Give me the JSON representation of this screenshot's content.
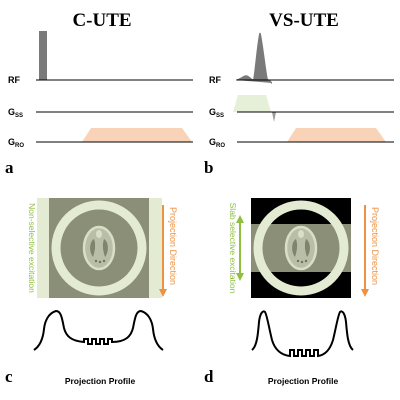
{
  "titles": {
    "left": "C-UTE",
    "right": "VS-UTE"
  },
  "axis_labels": {
    "left": {
      "rf": "RF",
      "gss_main": "G",
      "gss_sub": "SS",
      "gro_main": "G",
      "gro_sub": "RO"
    },
    "right": {
      "rf": "RF",
      "gss_main": "G",
      "gss_sub": "SS",
      "gro_main": "G",
      "gro_sub": "RO"
    }
  },
  "panel_letters": {
    "a": "a",
    "b": "b",
    "c": "c",
    "d": "d"
  },
  "side_labels": {
    "left_excitation": "Non-selective excitation",
    "left_projection": "Projection Direction",
    "right_excitation": "Slab selective excitation",
    "right_projection": "Projection Direction"
  },
  "captions": {
    "left": "Projection Profile",
    "right": "Projection Profile"
  },
  "colors": {
    "rf_pulse": "#7a7a7a",
    "readout_gradient": "#f9d3b8",
    "slice_gradient": "#e6efd8",
    "excitation_green": "#8fbf3f",
    "projection_orange": "#ee9140",
    "phantom_fill": "#8c8f78",
    "phantom_ring": "#e3ebd2",
    "background_black": "#000000"
  }
}
